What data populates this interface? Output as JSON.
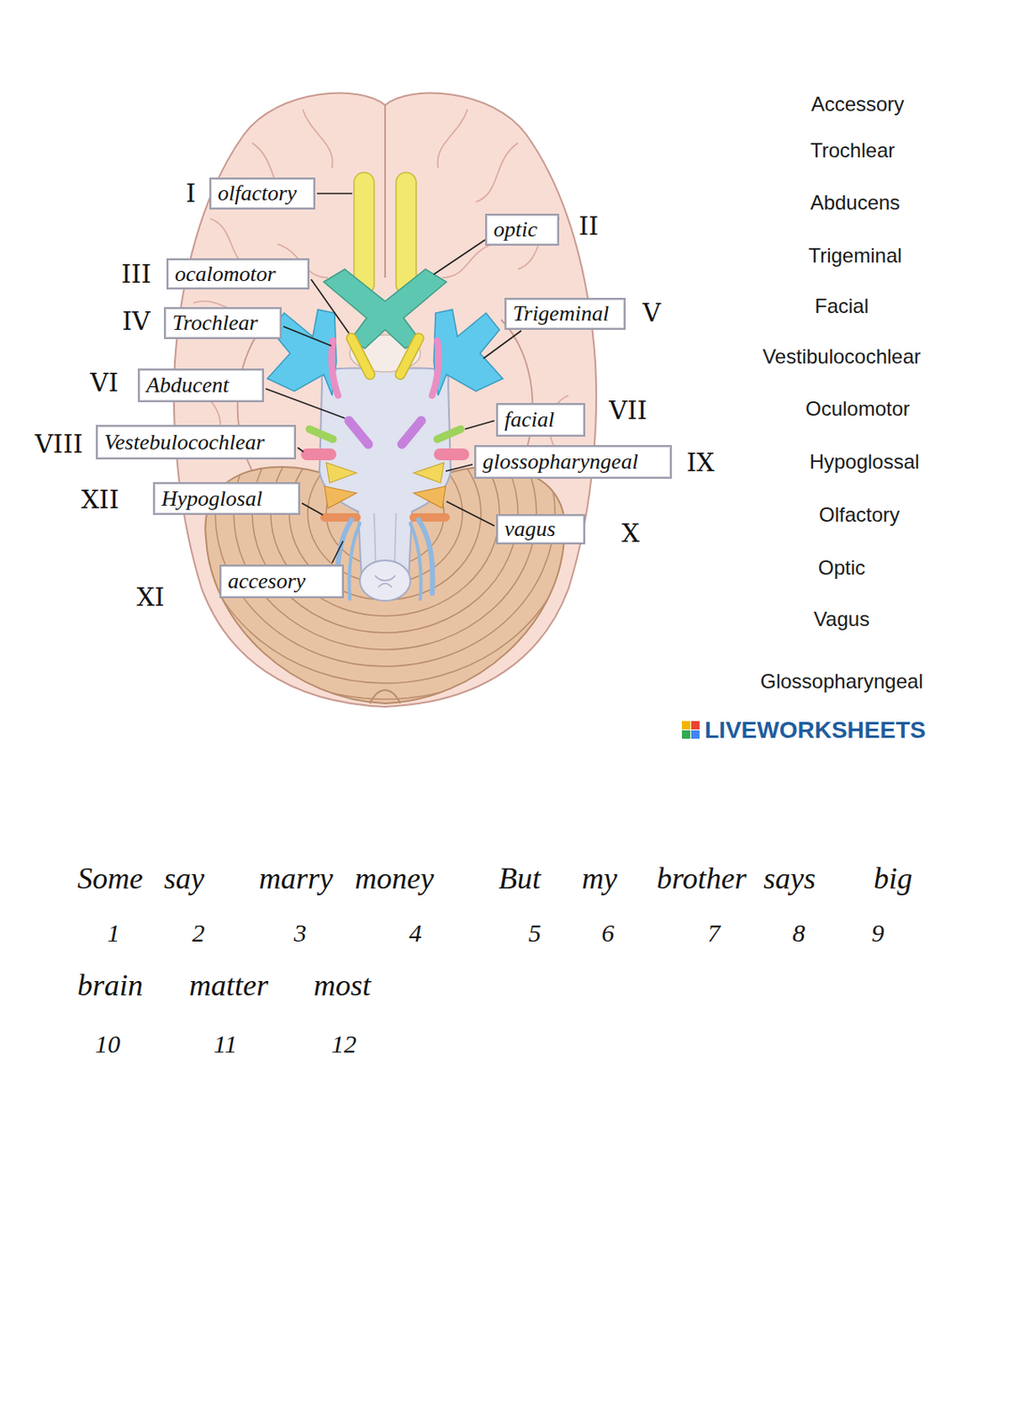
{
  "diagram": {
    "nodes": [
      {
        "text": [
          "olfactory"
        ]
      },
      {
        "text": [
          "optic"
        ]
      },
      {
        "text": [
          "ocalomotor"
        ]
      },
      {
        "text": [
          "Trochlear"
        ]
      },
      {
        "text": [
          "Trigeminal"
        ]
      },
      {
        "text": [
          "Abducent"
        ]
      },
      {
        "text": [
          "facial"
        ]
      },
      {
        "text": [
          "Vestebulocochlear"
        ]
      },
      {
        "text": [
          "glossopharyngeal"
        ]
      },
      {
        "text": [
          "Hypoglosal"
        ]
      },
      {
        "text": [
          "vagus"
        ]
      },
      {
        "text": [
          "accesory"
        ]
      }
    ],
    "labels": [
      "I",
      "II",
      "III",
      "IV",
      "V",
      "VI",
      "VII",
      "VIII",
      "IX",
      "X",
      "XI",
      "XII",
      "Accessory",
      "Trochlear",
      "Abducens",
      "Trigeminal",
      "Facial",
      "Vestibulocochlear",
      "Oculomotor",
      "Hypoglossal",
      "Olfactory",
      "Optic",
      "Vagus",
      "Glossopharyngeal",
      "LIVEWORKSHEETS",
      "Some",
      "say",
      "marry",
      "money",
      "But",
      "my",
      "brother",
      "says",
      "big",
      "brain",
      "matter",
      "most",
      "1",
      "2",
      "3",
      "4",
      "5",
      "6",
      "7",
      "8",
      "9",
      "10",
      "11",
      "12"
    ]
  }
}
